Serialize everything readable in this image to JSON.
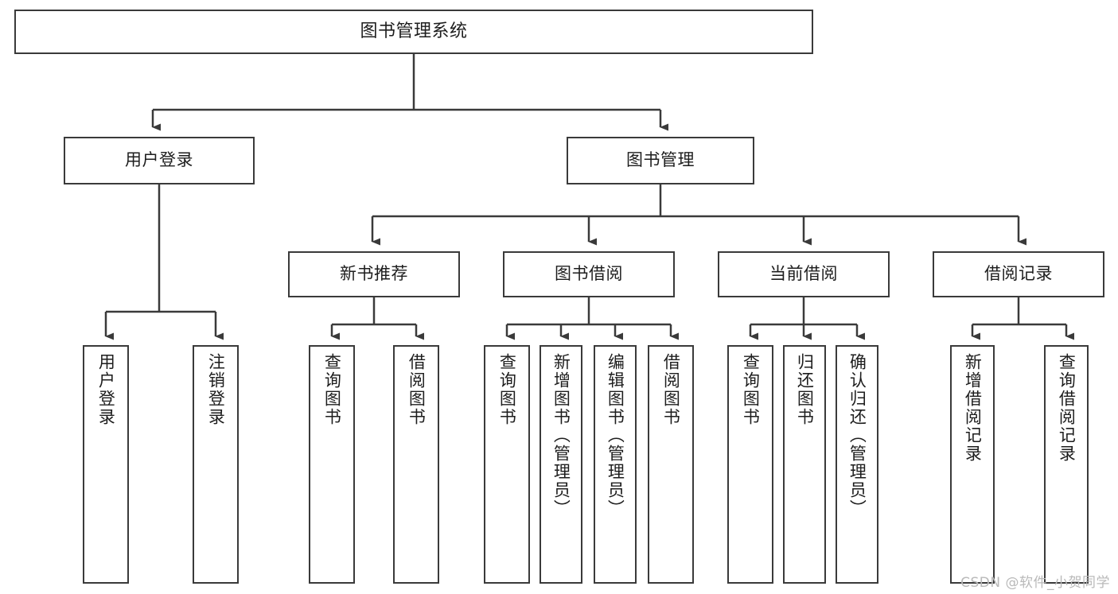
{
  "diagram": {
    "title": "图书管理系统",
    "type": "tree",
    "watermark": "CSDN @软件_小贺同学",
    "colors": {
      "stroke": "#3a3a3a",
      "fill": "#ffffff",
      "text": "#1d1d1d",
      "watermark": "#b9b9b9"
    },
    "levels": {
      "root": {
        "label": "图书管理系统"
      },
      "level2": [
        {
          "id": "user-login",
          "label": "用户登录"
        },
        {
          "id": "book-manage",
          "label": "图书管理"
        }
      ],
      "level3": [
        {
          "id": "new-book-recommend",
          "label": "新书推荐",
          "parent": "book-manage"
        },
        {
          "id": "book-borrow",
          "label": "图书借阅",
          "parent": "book-manage"
        },
        {
          "id": "current-borrow",
          "label": "当前借阅",
          "parent": "book-manage"
        },
        {
          "id": "borrow-record",
          "label": "借阅记录",
          "parent": "book-manage"
        }
      ],
      "leaves": [
        {
          "id": "leaf-user-login",
          "label": "用户登录",
          "parent": "user-login"
        },
        {
          "id": "leaf-user-logout",
          "label": "注销登录",
          "parent": "user-login"
        },
        {
          "id": "leaf-query-book-1",
          "label": "查询图书",
          "parent": "new-book-recommend"
        },
        {
          "id": "leaf-borrow-book-1",
          "label": "借阅图书",
          "parent": "new-book-recommend"
        },
        {
          "id": "leaf-query-book-2",
          "label": "查询图书",
          "parent": "book-borrow"
        },
        {
          "id": "leaf-add-book",
          "label": "新增图书（管理员）",
          "parent": "book-borrow"
        },
        {
          "id": "leaf-edit-book",
          "label": "编辑图书（管理员）",
          "parent": "book-borrow"
        },
        {
          "id": "leaf-borrow-book-2",
          "label": "借阅图书",
          "parent": "book-borrow"
        },
        {
          "id": "leaf-query-book-3",
          "label": "查询图书",
          "parent": "current-borrow"
        },
        {
          "id": "leaf-return-book",
          "label": "归还图书",
          "parent": "current-borrow"
        },
        {
          "id": "leaf-confirm-return",
          "label": "确认归还（管理员）",
          "parent": "current-borrow"
        },
        {
          "id": "leaf-add-record",
          "label": "新增借阅记录",
          "parent": "borrow-record"
        },
        {
          "id": "leaf-query-record",
          "label": "查询借阅记录",
          "parent": "borrow-record"
        }
      ]
    }
  }
}
